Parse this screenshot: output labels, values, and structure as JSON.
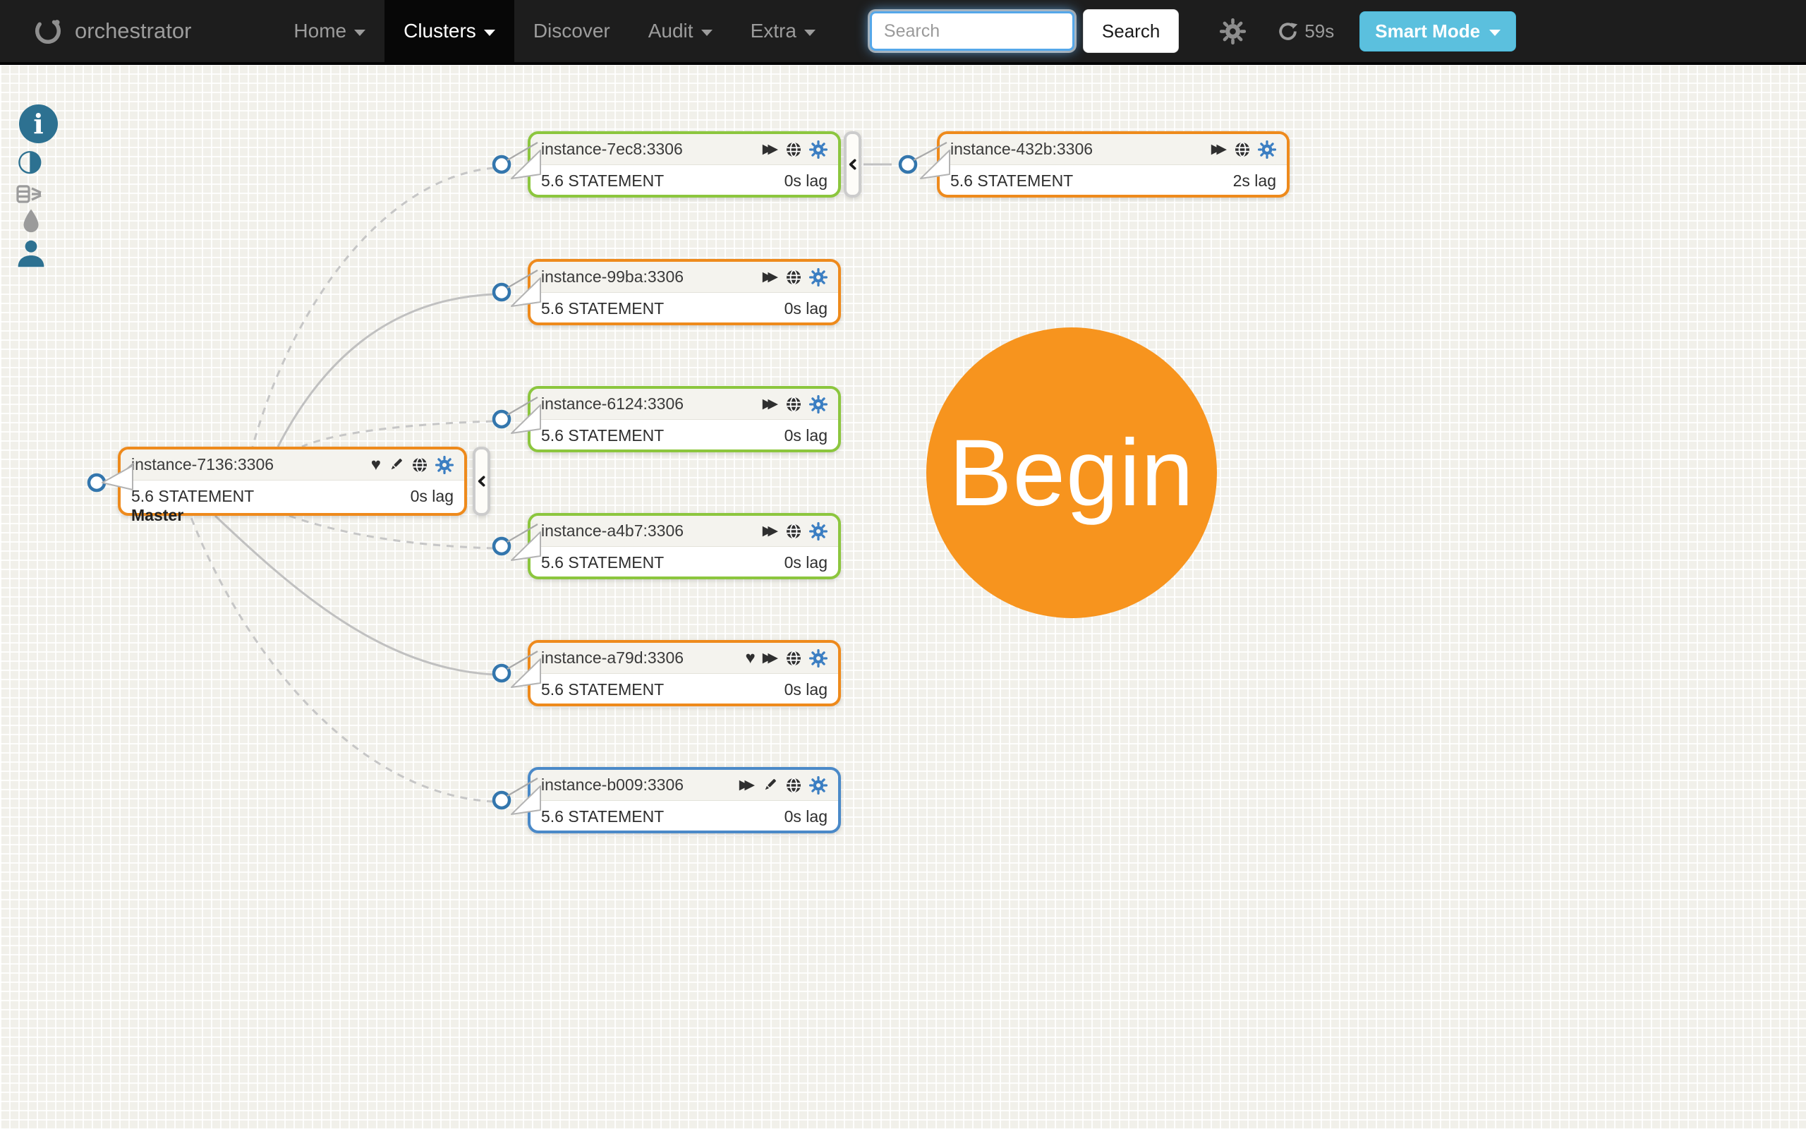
{
  "navbar": {
    "brand": "orchestrator",
    "menu": [
      {
        "label": "Home"
      },
      {
        "label": "Clusters"
      },
      {
        "label": "Discover"
      },
      {
        "label": "Audit"
      },
      {
        "label": "Extra"
      }
    ],
    "search": {
      "placeholder": "Search",
      "button_label": "Search"
    },
    "refresh_countdown": "59s",
    "smart_mode_label": "Smart Mode"
  },
  "sidebar": {
    "icons": [
      "info",
      "compact-display",
      "pools",
      "colors",
      "anonymize"
    ]
  },
  "nodes": {
    "master": {
      "title": "instance-7136:3306",
      "meta": "5.6 STATEMENT",
      "lag": "0s lag",
      "role": "Master"
    },
    "r7ec8": {
      "title": "instance-7ec8:3306",
      "meta": "5.6 STATEMENT",
      "lag": "0s lag"
    },
    "r432b": {
      "title": "instance-432b:3306",
      "meta": "5.6 STATEMENT",
      "lag": "2s lag"
    },
    "r99ba": {
      "title": "instance-99ba:3306",
      "meta": "5.6 STATEMENT",
      "lag": "0s lag"
    },
    "r6124": {
      "title": "instance-6124:3306",
      "meta": "5.6 STATEMENT",
      "lag": "0s lag"
    },
    "ra4b7": {
      "title": "instance-a4b7:3306",
      "meta": "5.6 STATEMENT",
      "lag": "0s lag"
    },
    "ra79d": {
      "title": "instance-a79d:3306",
      "meta": "5.6 STATEMENT",
      "lag": "0s lag"
    },
    "rb009": {
      "title": "instance-b009:3306",
      "meta": "5.6 STATEMENT",
      "lag": "0s lag"
    }
  },
  "icons": {
    "heart": "♥",
    "fast_forward": "▶▶",
    "adjust": "◑"
  },
  "begin": {
    "label": "Begin"
  },
  "colors": {
    "navbar_bg": "#1d1d1d",
    "replica_ok_border": "#8cc63e",
    "problem_border": "#ee8a1c",
    "blue_border": "#4a89c8",
    "gear_accent": "#3b7ec2",
    "smart_mode_bg": "#5bc0de",
    "begin_bg": "#f7941e",
    "endpoint_stroke": "#3376ad",
    "sidebar_accent": "#2d7191"
  }
}
